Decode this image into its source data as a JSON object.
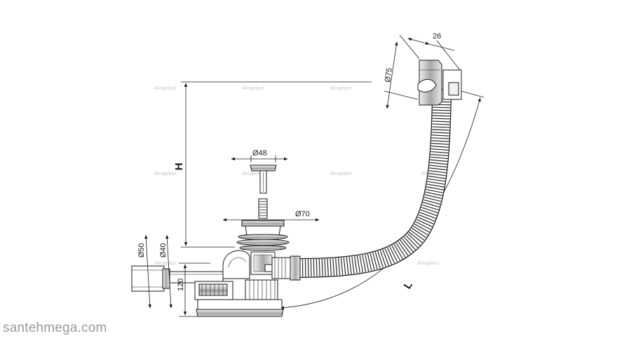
{
  "diagram": {
    "dimensions": {
      "overflow_depth": "26",
      "overflow_diameter": "Ø75",
      "plug_diameter": "Ø48",
      "waste_diameter": "Ø70",
      "outlet_diameter_outer": "Ø50",
      "outlet_diameter_inner": "Ø40",
      "trap_height": "120",
      "height_label": "H",
      "length_label": "L"
    },
    "watermark_text": "Alcaplast",
    "site_watermark": "santehmega.com"
  },
  "colors": {
    "line": "#1a1a1a",
    "metal": "#c9c9c9",
    "watermark": "#d4d4d4",
    "site_watermark": "#9a9a9a"
  }
}
